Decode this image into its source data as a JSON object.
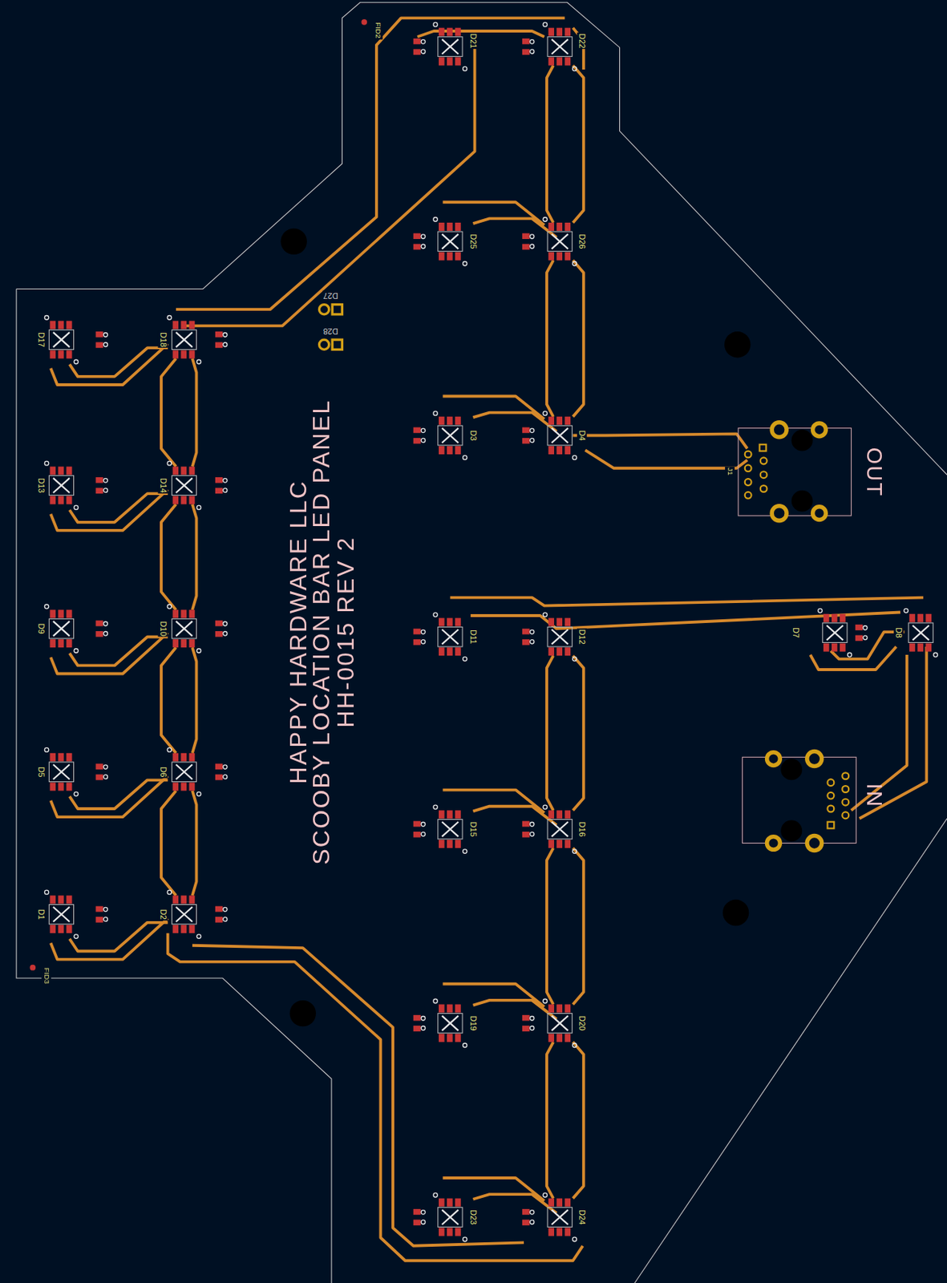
{
  "diagram": {
    "labels": [
      "HAPPY HARDWARE LLC",
      "SCOOBY LOCATION BAR LED PANEL",
      "HH-0015 REV 2",
      "D17",
      "D18",
      "D13",
      "D14",
      "D9",
      "D10",
      "D5",
      "D6",
      "D1",
      "D2",
      "D21",
      "D22",
      "D25",
      "D26",
      "D3",
      "D4",
      "D11",
      "D12",
      "D7",
      "D8",
      "D15",
      "D16",
      "D19",
      "D20",
      "D23",
      "D24",
      "D27",
      "D28",
      "FID2",
      "FID3",
      "J1",
      "OUT",
      "IN"
    ]
  }
}
